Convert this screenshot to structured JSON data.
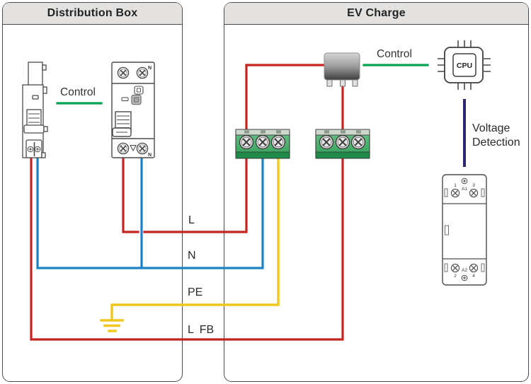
{
  "distribution_box": {
    "title": "Distribution Box",
    "control_label": "Control"
  },
  "ev_charge": {
    "title": "EV Charge",
    "control_label": "Control",
    "cpu_label": "CPU",
    "voltage_detection_label": "Voltage Detection"
  },
  "wire_labels": {
    "line": "L",
    "neutral": "N",
    "protective_earth": "PE",
    "line_feedback": "L FB"
  },
  "contactor": {
    "terminal_1": "1",
    "terminal_3": "3",
    "coil_a1": "A1",
    "terminal_2": "2",
    "terminal_4": "4",
    "coil_a2": "A2"
  },
  "rcbo": {
    "neutral_top": "N",
    "neutral_bottom": "N"
  },
  "colors": {
    "line_red": "#c8231e",
    "neutral_blue": "#1b82c6",
    "earth_yellow": "#f2c71d",
    "control_green": "#00a551",
    "voltage_navy": "#2b2771",
    "terminal_green": "#2f9e58",
    "header_gray": "#e3e2e0"
  }
}
